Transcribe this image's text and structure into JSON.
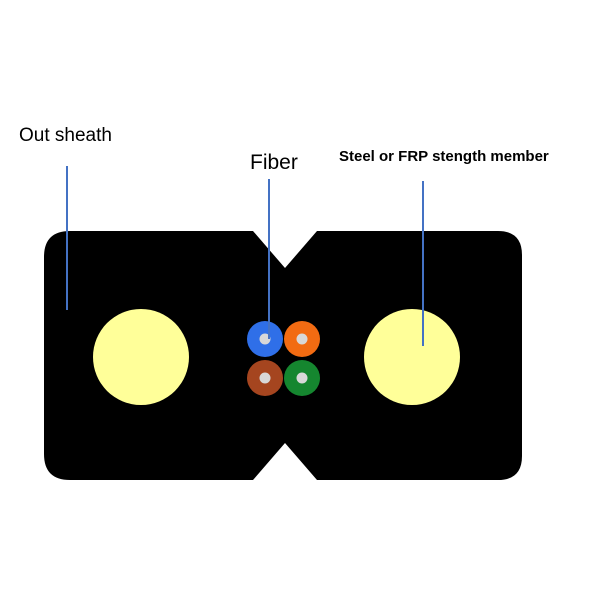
{
  "labels": {
    "out_sheath": "Out sheath",
    "fiber": "Fiber",
    "strength_member": "Steel or FRP stength member"
  },
  "colors": {
    "sheath": "#000000",
    "strength_member": "#ffff99",
    "leader_line": "#4472c4",
    "fiber_blue": "#2f6fe8",
    "fiber_orange": "#f26b12",
    "fiber_brown": "#a5451f",
    "fiber_green": "#15862f",
    "fiber_core": "#d8d8d8"
  }
}
